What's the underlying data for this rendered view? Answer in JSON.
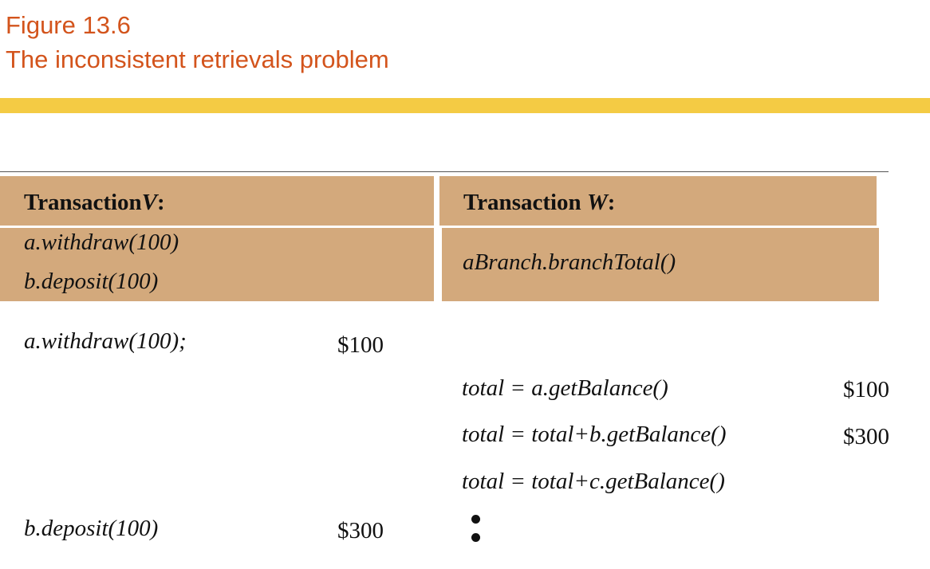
{
  "figure": {
    "number": "Figure 13.6",
    "caption": "The inconsistent retrievals problem"
  },
  "transaction_v": {
    "header_prefix": "Transaction",
    "header_name": "V",
    "header_suffix": ":",
    "summary": [
      "a.withdraw(100)",
      "b.deposit(100)"
    ]
  },
  "transaction_w": {
    "header_prefix": "Transaction ",
    "header_name": "W",
    "header_suffix": ":",
    "summary": [
      "aBranch.branchTotal()"
    ]
  },
  "timeline": {
    "v_steps": [
      {
        "op": "a.withdraw(100);",
        "value": "$100"
      },
      {
        "op": "b.deposit(100)",
        "value": "$300"
      }
    ],
    "w_steps": [
      {
        "op": "total = a.getBalance()",
        "value": "$100"
      },
      {
        "op": "total = total+b.getBalance()",
        "value": "$300"
      },
      {
        "op": "total = total+c.getBalance()",
        "value": ""
      }
    ]
  },
  "colors": {
    "title": "#d3541c",
    "accent_bar": "#f4cb44",
    "box_fill": "#d3a97c"
  }
}
